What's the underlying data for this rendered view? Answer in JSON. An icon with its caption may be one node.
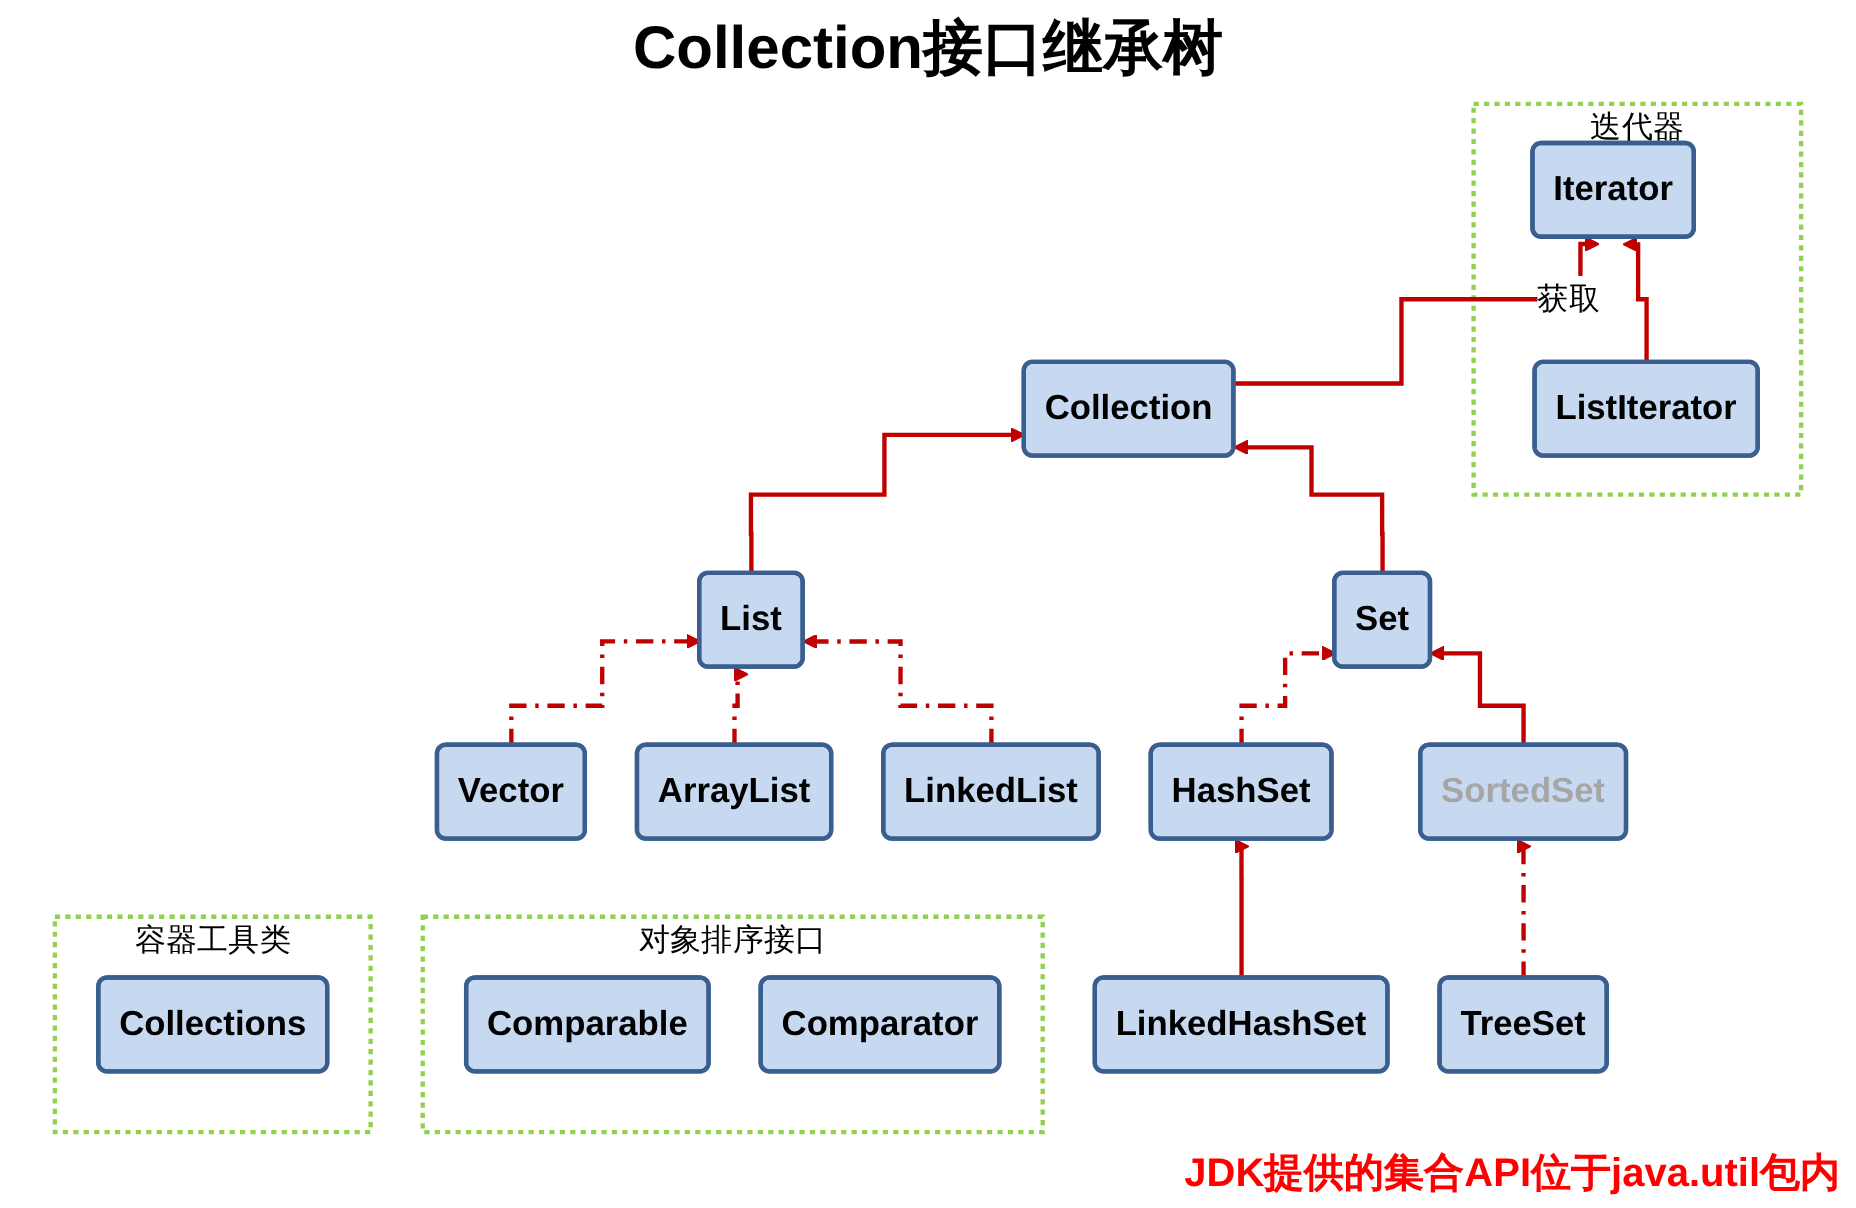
{
  "diagram": {
    "title": "Collection接口继承树",
    "caption": "JDK提供的集合API位于java.util包内",
    "nodes": [
      {
        "text": [
          "迭代器"
        ]
      },
      {
        "text": [
          "Iterator"
        ],
        "in": 0
      },
      {
        "text": [
          "ListIterator"
        ],
        "in": 0
      },
      {
        "text": [
          "Collection"
        ]
      },
      {
        "text": [
          "List"
        ]
      },
      {
        "text": [
          "Set"
        ]
      },
      {
        "text": [
          "Vector"
        ]
      },
      {
        "text": [
          "ArrayList"
        ]
      },
      {
        "text": [
          "LinkedList"
        ]
      },
      {
        "text": [
          "HashSet"
        ]
      },
      {
        "text": [
          "SortedSet"
        ]
      },
      {
        "text": [
          "LinkedHashSet"
        ]
      },
      {
        "text": [
          "TreeSet"
        ]
      },
      {
        "text": [
          "对象排序接口"
        ]
      },
      {
        "text": [
          "Comparable"
        ],
        "in": 13
      },
      {
        "text": [
          "Comparator"
        ],
        "in": 13
      },
      {
        "text": [
          "容器工具类"
        ]
      },
      {
        "text": [
          "Collections"
        ],
        "in": 16
      }
    ],
    "edges": [
      {
        "from": 3,
        "to": 1,
        "arrow": "to",
        "label": "获取"
      },
      {
        "from": 2,
        "to": 1,
        "arrow": "to"
      },
      {
        "from": 4,
        "to": 3,
        "arrow": "to"
      },
      {
        "from": 5,
        "to": 3,
        "arrow": "to"
      },
      {
        "from": 6,
        "to": 4,
        "arrow": "to",
        "style": "dashed"
      },
      {
        "from": 7,
        "to": 4,
        "arrow": "to",
        "style": "dashed"
      },
      {
        "from": 8,
        "to": 4,
        "arrow": "to",
        "style": "dashed"
      },
      {
        "from": 9,
        "to": 5,
        "arrow": "to",
        "style": "dashed"
      },
      {
        "from": 10,
        "to": 5,
        "arrow": "to"
      },
      {
        "from": 11,
        "to": 9,
        "arrow": "to"
      },
      {
        "from": 12,
        "to": 10,
        "arrow": "to",
        "style": "dashed"
      }
    ]
  }
}
